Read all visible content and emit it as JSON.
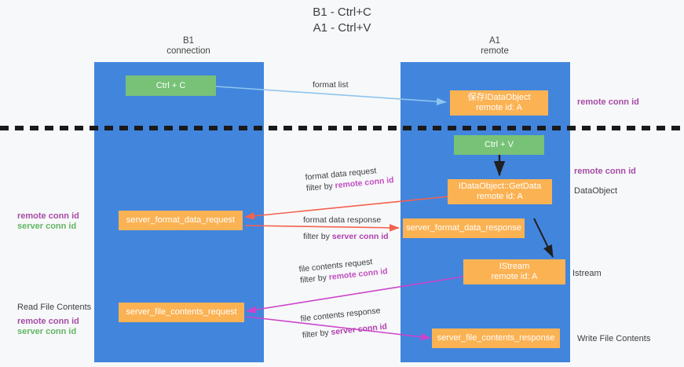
{
  "title": {
    "line1": "B1 - Ctrl+C",
    "line2": "A1 - Ctrl+V"
  },
  "columns": [
    {
      "name": "B1",
      "role": "connection"
    },
    {
      "name": "A1",
      "role": "remote"
    }
  ],
  "nodes": {
    "ctrl_c": {
      "label": "Ctrl + C"
    },
    "ctrl_v": {
      "label": "Ctrl + V"
    },
    "save_idataobject": {
      "line1": "保存IDataObject",
      "line2": "remote id: A"
    },
    "getdata": {
      "line1": "IDataObject::GetData",
      "line2": "remote id: A"
    },
    "istream": {
      "line1": "IStream",
      "line2": "remote id: A"
    },
    "server_format_data_request": {
      "label": "server_format_data_request"
    },
    "server_format_data_response": {
      "label": "server_format_data_response"
    },
    "server_file_contents_request": {
      "label": "server_file_contents_request"
    },
    "server_file_contents_response": {
      "label": "server_file_contents_response"
    }
  },
  "edges": {
    "format_list": {
      "label": "format list"
    },
    "format_data_request": {
      "line1": "format data request",
      "filter_prefix": "filter by ",
      "filter_key": "remote conn id"
    },
    "format_data_response": {
      "line1": "format data response",
      "filter_prefix": "filter by ",
      "filter_key": "server conn id"
    },
    "file_contents_request": {
      "line1": "file contents request",
      "filter_prefix": "filter by ",
      "filter_key": "remote conn id"
    },
    "file_contents_response": {
      "line1": "file contents response",
      "filter_prefix": "filter by ",
      "filter_key": "server conn id"
    }
  },
  "annotations": {
    "right_remote_conn_id_top": "remote conn id",
    "right_remote_conn_id_mid": "remote conn id",
    "right_dataobject": "DataObject",
    "right_istream": "Istream",
    "right_write_file_contents": "Write File Contents",
    "left_remote_conn_id_mid": "remote conn id",
    "left_server_conn_id_mid": "server conn id",
    "left_read_file_contents": "Read File Contents",
    "left_remote_conn_id_bottom": "remote conn id",
    "left_server_conn_id_bottom": "server conn id"
  },
  "colors": {
    "lane": "#4285dd",
    "green_node": "#77c277",
    "orange_node": "#fbb253",
    "purple_text": "#a64ca6",
    "green_text": "#63b663",
    "red_arrow": "#f4614e",
    "magenta_arrow": "#cc44cc",
    "blue_arrow": "#8ec5ee",
    "black_arrow": "#202020",
    "divider": "#1a1a1a",
    "background": "#f7f8f9"
  }
}
